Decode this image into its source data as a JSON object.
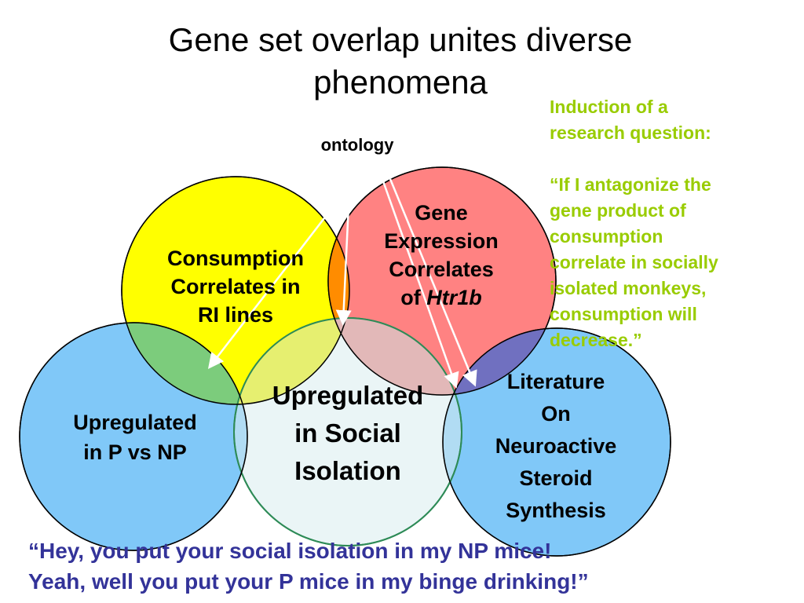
{
  "title": {
    "line1": "Gene set overlap unites diverse",
    "line2": "phenomena"
  },
  "ontology_label": "ontology",
  "side_note": {
    "lines_a": [
      "Induction of a",
      "research question:"
    ],
    "lines_b": [
      "“If I antagonize the",
      "gene product of",
      "consumption",
      "correlate in socially",
      "isolated monkeys,",
      "consumption will",
      "decrease.”"
    ],
    "color": "#99cc00"
  },
  "circles": {
    "consumption": {
      "lines": [
        "Consumption",
        "Correlates in",
        "RI lines"
      ],
      "color": "#ffff00"
    },
    "gene_expression": {
      "lines": [
        "Gene",
        "Expression",
        "Correlates"
      ],
      "prefix": "of ",
      "italic": "Htr1b",
      "color": "#ff7f7f"
    },
    "social_isolation": {
      "lines": [
        "Upregulated",
        "in Social",
        "Isolation"
      ],
      "color": "#d8ecef"
    },
    "p_vs_np": {
      "lines": [
        "Upregulated",
        "in P vs NP"
      ],
      "color": "#80c8f8"
    },
    "literature": {
      "lines": [
        "Literature",
        "On",
        "Neuroactive",
        "Steroid",
        "Synthesis"
      ],
      "color": "#80c8f8"
    }
  },
  "quote": {
    "line1": "“Hey, you put your social isolation in my NP mice!",
    "line2": "Yeah, well you put your P mice in my binge drinking!”",
    "color": "#333399"
  }
}
